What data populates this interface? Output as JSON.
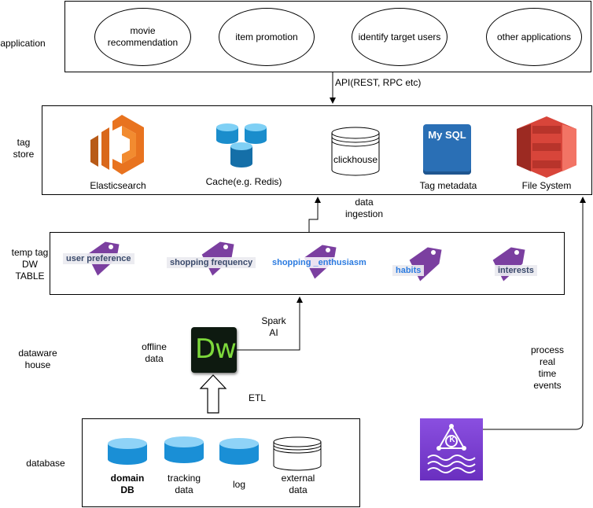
{
  "side_labels": {
    "application": "application",
    "tag_store": "tag\nstore",
    "temp_tag": "temp tag\nDW\nTABLE",
    "dataware": "dataware\nhouse",
    "database": "database"
  },
  "applications": [
    {
      "label": "movie\nrecommendation"
    },
    {
      "label": "item promotion"
    },
    {
      "label": "identify target users"
    },
    {
      "label": "other applications"
    }
  ],
  "api_label": "API(REST, RPC etc)",
  "tag_store": {
    "elasticsearch": "Elasticsearch",
    "cache": "Cache(e.g. Redis)",
    "clickhouse": "clickhouse",
    "mysql_icon_text": "My SQL",
    "tag_metadata": "Tag metadata",
    "file_system": "File System"
  },
  "data_ingestion": "data\ningestion",
  "tags": [
    {
      "label": "user preference",
      "highlight": false
    },
    {
      "label": "shopping frequency",
      "highlight": false
    },
    {
      "label": "shopping _enthusiasm",
      "highlight": true
    },
    {
      "label": "habits",
      "highlight": false
    },
    {
      "label": "interests",
      "highlight": false
    }
  ],
  "spark_ai": "Spark\nAI",
  "offline_data": "offline\ndata",
  "dw_icon_text": "Dw",
  "etl": "ETL",
  "process_realtime": "process\nreal\ntime\nevents",
  "kinesis_icon_letter": "K",
  "databases": [
    {
      "label": "domain\nDB",
      "bold": true
    },
    {
      "label": "tracking\ndata",
      "bold": false
    },
    {
      "label": "log",
      "bold": false
    },
    {
      "label": "external\ndata",
      "bold": false
    }
  ],
  "colors": {
    "aws_orange": "#e8731f",
    "redis_blue": "#1a8dcc",
    "mysql_blue": "#2a6fb5",
    "s3_red": "#d8453a",
    "tag_purple": "#7b3fa0",
    "kinesis_purple": "#7a3ec7"
  }
}
